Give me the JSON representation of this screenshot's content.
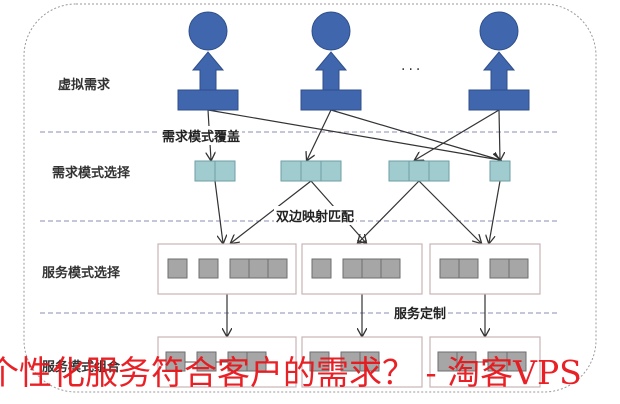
{
  "diagram": {
    "title": "个性化服务模式匹配框架",
    "rows": [
      {
        "id": "virtual_demand",
        "label": "虚拟需求"
      },
      {
        "id": "demand_pattern_select",
        "label": "需求模式选择"
      },
      {
        "id": "service_pattern_select",
        "label": "服务模式选择"
      },
      {
        "id": "service_pattern_combine",
        "label": "服务模式组合"
      }
    ],
    "annotations": {
      "demand_coverage": "需求模式覆盖",
      "bilateral_matching": "双边映射匹配",
      "service_customization": "服务定制"
    },
    "ellipsis": "···",
    "users": [
      {
        "id": "user-1"
      },
      {
        "id": "user-2"
      },
      {
        "id": "user-3"
      }
    ],
    "demand_patterns": [
      {
        "id": "dp-1",
        "cells": 2
      },
      {
        "id": "dp-2",
        "cells": 3
      },
      {
        "id": "dp-3",
        "cells": 3
      },
      {
        "id": "dp-4",
        "cells": 1
      }
    ],
    "service_groups": [
      {
        "id": "sg-1",
        "blocks": [
          1,
          1,
          3
        ]
      },
      {
        "id": "sg-2",
        "blocks": [
          1,
          3
        ]
      },
      {
        "id": "sg-3",
        "blocks": [
          2,
          2
        ]
      }
    ],
    "service_combinations": [
      {
        "id": "sc-1",
        "blocks": [
          1,
          1,
          2
        ],
        "linked": true
      },
      {
        "id": "sc-2",
        "blocks": [
          1,
          2
        ],
        "linked": true
      },
      {
        "id": "sc-3",
        "blocks": [
          2,
          2
        ],
        "linked": true
      }
    ],
    "edges": {
      "user_to_demand": [
        [
          0,
          0
        ],
        [
          0,
          3
        ],
        [
          1,
          1
        ],
        [
          1,
          3
        ],
        [
          2,
          2
        ],
        [
          2,
          3
        ]
      ],
      "demand_to_service": [
        [
          0,
          0
        ],
        [
          1,
          0
        ],
        [
          1,
          1
        ],
        [
          2,
          1
        ],
        [
          2,
          2
        ],
        [
          3,
          2
        ]
      ],
      "service_to_combination": [
        [
          0,
          0
        ],
        [
          1,
          1
        ],
        [
          2,
          2
        ]
      ]
    },
    "colors": {
      "person": "#4066ad",
      "person_stroke": "#2f4f8a",
      "demand_cell": "#a0cccf",
      "demand_stroke": "#6f9ea3",
      "service_cell": "#a6a6a6",
      "service_stroke": "#6e6e6e",
      "group_border": "#c9b4b4",
      "separator": "#8a8fb3",
      "frame": "#9a9a9a",
      "arrow": "#333333",
      "watermark": "#e8161b"
    }
  },
  "watermark": {
    "text": "个性化服务符合客户的需求？ - 淘客VPS"
  }
}
